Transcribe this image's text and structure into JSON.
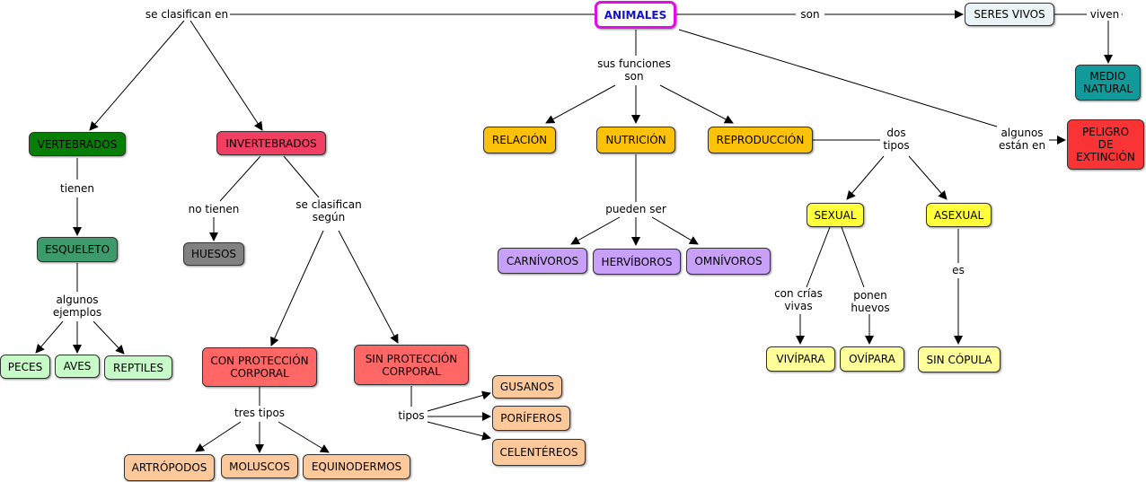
{
  "colors": {
    "root": "#ffffff",
    "seres": "#eaf3f6",
    "medio": "#12999a",
    "peligro": "#fa3434",
    "vertebrados": "#077f07",
    "esqueleto": "#3d9a6b",
    "animales_grupo": "#c6fac6",
    "invertebrados": "#f03f63",
    "huesos": "#818181",
    "proteccion": "#ff6666",
    "tipos_fondo": "#fdc99b",
    "funciones": "#fcc20a",
    "alimentacion": "#c89ff9",
    "reproduccion_tipo": "#ffff3c",
    "reproduccion_sub": "#ffff99"
  },
  "nodes": {
    "animales": "ANIMALES",
    "seres_vivos": "SERES VIVOS",
    "medio_natural": "MEDIO\nNATURAL",
    "peligro": "PELIGRO\nDE\nEXTINCIÓN",
    "vertebrados": "VERTEBRADOS",
    "esqueleto": "ESQUELETO",
    "peces": "PECES",
    "aves": "AVES",
    "reptiles": "REPTILES",
    "invertebrados": "INVERTEBRADOS",
    "huesos": "HUESOS",
    "con_proteccion": "CON PROTECCIÓN\nCORPORAL",
    "sin_proteccion": "SIN PROTECCIÓN\nCORPORAL",
    "artropodos": "ARTRÓPODOS",
    "moluscos": "MOLUSCOS",
    "equinodermos": "EQUINODERMOS",
    "gusanos": "GUSANOS",
    "poriferos": "PORÍFEROS",
    "celentereos": "CELENTÉREOS",
    "relacion": "RELACIÓN",
    "nutricion": "NUTRICIÓN",
    "reproduccion": "REPRODUCCIÓN",
    "carnivoros": "CARNÍVOROS",
    "herviboros": "HERVÍBOROS",
    "omnivoros": "OMNÍVOROS",
    "sexual": "SEXUAL",
    "asexual": "ASEXUAL",
    "vivipara": "VIVÍPARA",
    "ovipara": "OVÍPARA",
    "sin_copula": "SIN CÓPULA"
  },
  "links": {
    "se_clasifican_en": "se clasifican en",
    "son": "son",
    "viven": "viven",
    "sus_funciones_son": "sus funciones\nson",
    "algunos_estan_en": "algunos\nestán en",
    "tienen": "tienen",
    "algunos_ejemplos": "algunos\nejemplos",
    "no_tienen": "no tienen",
    "se_clasifican_segun": "se clasifican\nsegún",
    "tres_tipos": "tres tipos",
    "tipos": "tipos",
    "pueden_ser": "pueden ser",
    "dos_tipos": "dos\ntipos",
    "con_crias_vivas": "con crías\nvivas",
    "ponen_huevos": "ponen\nhuevos",
    "es": "es"
  }
}
